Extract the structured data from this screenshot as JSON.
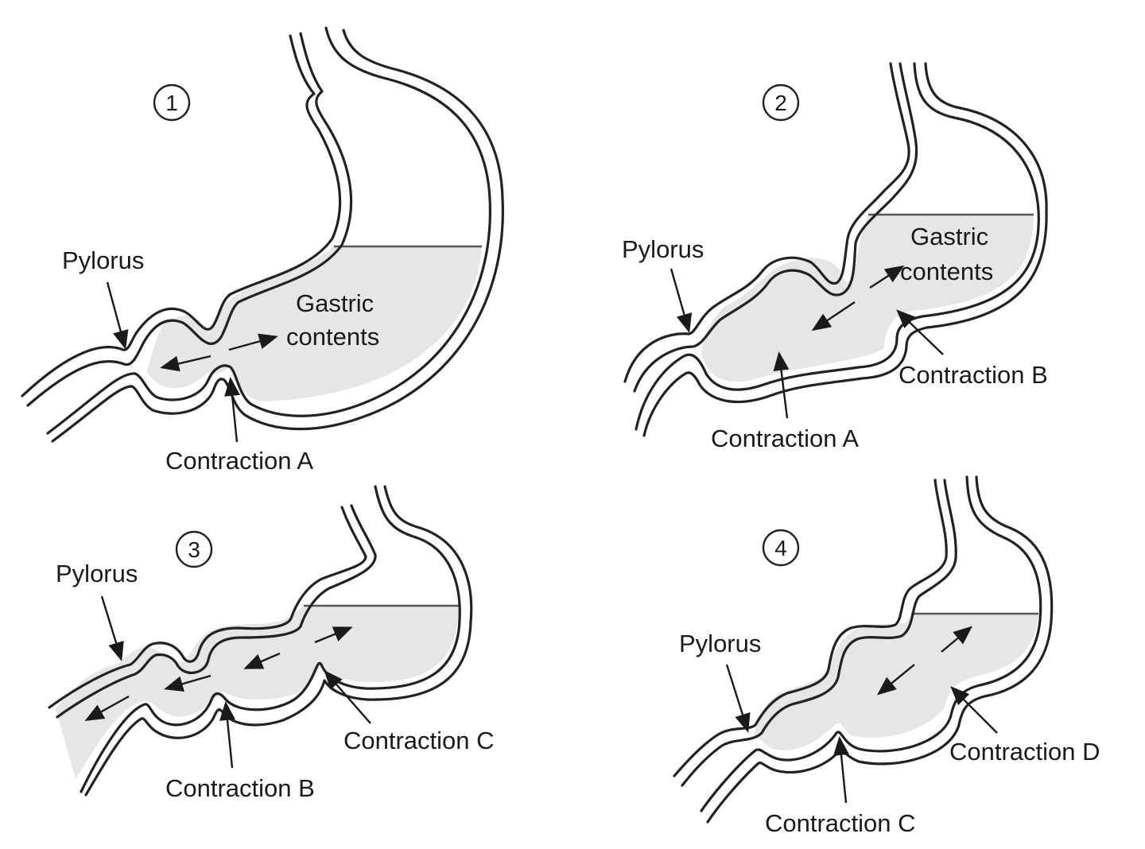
{
  "colors": {
    "outline": "#222222",
    "contents_fill": "#e6e6e6",
    "background": "#ffffff"
  },
  "panels": [
    {
      "step": "1",
      "labels": {
        "pylorus": "Pylorus",
        "gastric_line1": "Gastric",
        "gastric_line2": "contents",
        "contraction_a": "Contraction A"
      }
    },
    {
      "step": "2",
      "labels": {
        "pylorus": "Pylorus",
        "gastric_line1": "Gastric",
        "gastric_line2": "contents",
        "contraction_b": "Contraction B",
        "contraction_a": "Contraction A"
      }
    },
    {
      "step": "3",
      "labels": {
        "pylorus": "Pylorus",
        "contraction_c": "Contraction C",
        "contraction_b": "Contraction B"
      }
    },
    {
      "step": "4",
      "labels": {
        "pylorus": "Pylorus",
        "contraction_d": "Contraction D",
        "contraction_c": "Contraction C"
      }
    }
  ]
}
